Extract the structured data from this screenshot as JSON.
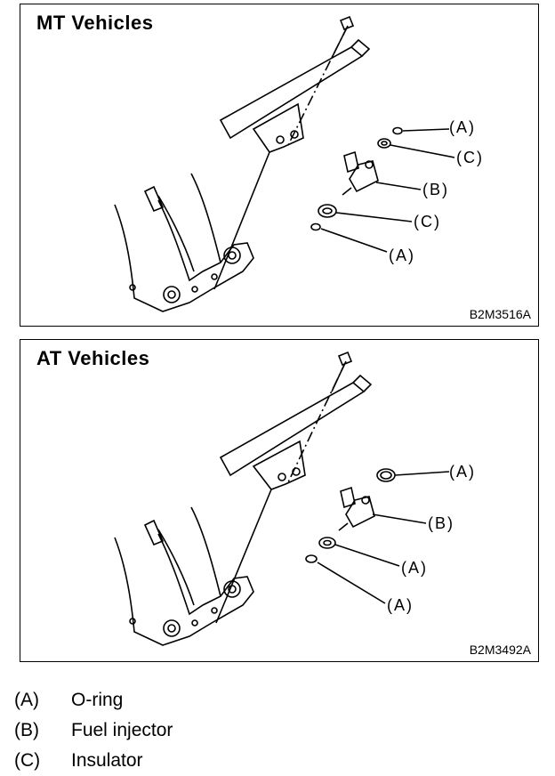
{
  "panels": [
    {
      "title": "MT Vehicles",
      "code": "B2M3516A",
      "callouts": [
        "(A)",
        "(C)",
        "(B)",
        "(C)",
        "(A)"
      ]
    },
    {
      "title": "AT Vehicles",
      "code": "B2M3492A",
      "callouts": [
        "(A)",
        "(B)",
        "(A)",
        "(A)"
      ]
    }
  ],
  "legend": [
    {
      "key": "(A)",
      "label": "O-ring"
    },
    {
      "key": "(B)",
      "label": "Fuel injector"
    },
    {
      "key": "(C)",
      "label": "Insulator"
    }
  ]
}
